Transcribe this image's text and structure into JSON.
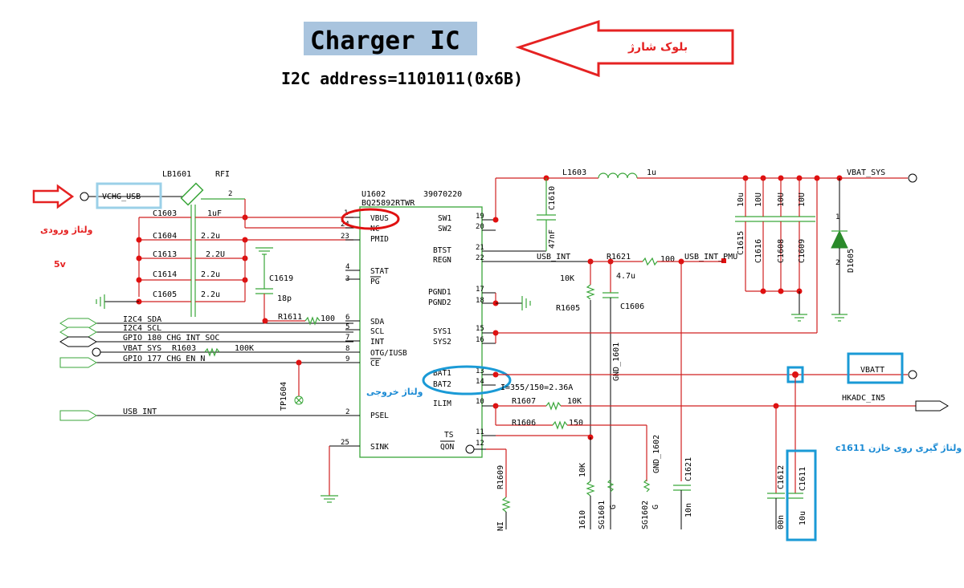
{
  "header": {
    "title": "Charger IC",
    "subtitle": "I2C address=1101011(0x6B)",
    "block_note": "بلوک شارژ"
  },
  "annotations": {
    "input_voltage": "ولتاژ ورودی",
    "input_5v": "5v",
    "output_voltage": "ولتاژ خروجی",
    "c1611_measure": "c1611 ولتاژ گیری روی خازن"
  },
  "ic": {
    "ref": "U1602",
    "part": "BQ25892RTWR",
    "code": "39070220",
    "left_pins": [
      {
        "num": "1",
        "name": "VBUS"
      },
      {
        "num": "24",
        "name": "NC"
      },
      {
        "num": "23",
        "name": "PMID"
      },
      {
        "num": "4",
        "name": "STAT"
      },
      {
        "num": "3",
        "name": "PG"
      },
      {
        "num": "6",
        "name": "SDA"
      },
      {
        "num": "5",
        "name": "SCL"
      },
      {
        "num": "7",
        "name": "INT"
      },
      {
        "num": "8",
        "name": "OTG/IUSB"
      },
      {
        "num": "9",
        "name": "CE"
      },
      {
        "num": "2",
        "name": "PSEL"
      },
      {
        "num": "25",
        "name": "SINK"
      }
    ],
    "right_pins": [
      {
        "num": "19",
        "name": "SW1"
      },
      {
        "num": "20",
        "name": "SW2"
      },
      {
        "num": "21",
        "name": "BTST"
      },
      {
        "num": "22",
        "name": "REGN"
      },
      {
        "num": "17",
        "name": "PGND1"
      },
      {
        "num": "18",
        "name": "PGND2"
      },
      {
        "num": "15",
        "name": "SYS1"
      },
      {
        "num": "16",
        "name": "SYS2"
      },
      {
        "num": "13",
        "name": "BAT1"
      },
      {
        "num": "14",
        "name": "BAT2"
      },
      {
        "num": "10",
        "name": "ILIM"
      },
      {
        "num": "11",
        "name": "TS"
      },
      {
        "num": "12",
        "name": "QON"
      }
    ]
  },
  "nets": {
    "vchg_usb": "VCHG_USB",
    "vbat_sys": "VBAT_SYS",
    "vbatt": "VBATT",
    "usb_int": "USB_INT",
    "usb_int_pmu": "USB_INT_PMU",
    "hkadc": "HKADC_IN5",
    "i2c4_sda": "I2C4_SDA",
    "i2c4_scl": "I2C4_SCL",
    "gpio180": "GPIO_180_CHG_INT_SOC",
    "vbat_sys_left": "VBAT_SYS",
    "gpio177": "GPIO_177_CHG_EN_N",
    "usb_int_left": "USB_INT",
    "gnd1601": "GND_1601",
    "gnd1602": "GND_1602"
  },
  "components": {
    "lb1601": "LB1601",
    "rfi": "RFI",
    "lb_pin2": "2",
    "c1603": "C1603",
    "c1603_v": "1uF",
    "c1604": "C1604",
    "c1604_v": "2.2u",
    "c1613": "C1613",
    "c1613_v": "2.2U",
    "c1614": "C1614",
    "c1614_v": "2.2u",
    "c1605": "C1605",
    "c1605_v": "2.2u",
    "c1619": "C1619",
    "c1619_v": "18p",
    "r1611": "R1611",
    "r1611_v": "100",
    "r1603": "R1603",
    "r1603_v": "100K",
    "tp1604": "TP1604",
    "l1603": "L1603",
    "l1603_v": "1u",
    "c1610": "C1610",
    "c1610_v": "47nF",
    "r1621": "R1621",
    "r1621_v": "100",
    "r1605": "R1605",
    "r1605_v": "10K",
    "c1606": "C1606",
    "c1606_v": "4.7u",
    "c1615": "C1615",
    "c1615_v": "10u",
    "c1616": "C1616",
    "c1616_v": "10U",
    "c1608": "C1608",
    "c1608_v": "10U",
    "c1609": "C1609",
    "c1609_v": "10U",
    "d1605": "D1605",
    "d_pin1": "1",
    "d_pin2": "2",
    "ilim_calc": "I=355/150=2.36A",
    "r1607": "R1607",
    "r1607_v": "10K",
    "r1606": "R1606",
    "r1606_v": "150",
    "r1609": "R1609",
    "r1610": "1610",
    "r1610_v": "10K",
    "sg1601": "SG1601",
    "sg1602": "SG1602",
    "g1": "G",
    "g2": "G",
    "c1621": "C1621",
    "c1621_v": "10n",
    "c1612": "C1612",
    "c1612_v": "00n",
    "c1611": "C1611",
    "c1611_v": "10u",
    "ni": "NI"
  },
  "colors": {
    "arrow_red": "#e52222",
    "highlight_blue": "#1a9ad6",
    "title_bg": "#a9c4de",
    "wire_green": "#3aa63a",
    "wire_red": "#d02020",
    "circle_red": "#e01010"
  }
}
